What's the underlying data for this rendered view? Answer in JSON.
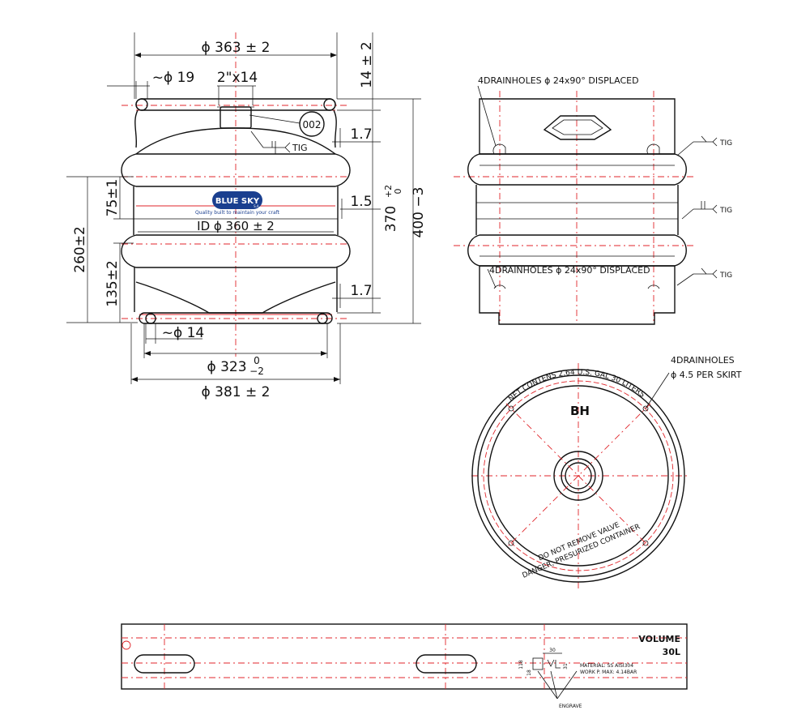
{
  "side_view": {
    "dim_outer_top": "ϕ 363 ± 2",
    "dim_handle_hole": "~ϕ 19",
    "dim_spear_thread": "2\"x14",
    "dim_top_height": "14 ± 2",
    "dim_chime_gap_top": "1.7",
    "dim_rib_gap": "1.5",
    "dim_chime_gap_bottom": "1.7",
    "dim_inner_id": "ID ϕ 360 ± 2",
    "dim_rib_top": "75±1",
    "dim_rib_span": "260±2",
    "dim_rib_bottom": "135±2",
    "dim_body_height": "370 ",
    "dim_body_height_tol_top": "+2",
    "dim_body_height_tol_bottom": "0",
    "dim_total_height": "400 −3",
    "dim_foot_hole": "~ϕ 14",
    "dim_bottom_skirt": "ϕ 323",
    "dim_bottom_skirt_tol_top": "0",
    "dim_bottom_skirt_tol_bottom": "−2",
    "dim_outer_bottom": "ϕ 381 ± 2",
    "callout_part": "002",
    "weld_label_top": "TIG",
    "logo_text": "BLUE SKY",
    "logo_sub": "S.A.",
    "logo_tagline": "Quality built to maintain your craft"
  },
  "front_view": {
    "drainholes_top": "4DRAINHOLES ϕ 24x90° DISPLACED",
    "drainholes_bottom": "4DRAINHOLES ϕ 24x90° DISPLACED",
    "weld_top": "TIG",
    "weld_mid": "TIG",
    "weld_bottom": "TIG"
  },
  "top_view": {
    "drainholes_label_line1": "4DRAINHOLES",
    "drainholes_label_line2": "ϕ 4.5 PER SKIRT",
    "engraved_ring_text": "NET CONTENS 2.64 U.S. GAL 30 LITERS",
    "brand_mark": "BH",
    "warning_line1": "DO NOT REMOVE VALVE",
    "warning_line2": "DANGER, PRESURIZED CONTAINER"
  },
  "skirt_developed": {
    "volume_label": "VOLUME",
    "volume_value": "30L",
    "material": "MATERIAL: SS AISI304",
    "work_pressure": "WORK P. MAX: 4.14BAR",
    "engrave_label": "ENGRAVE",
    "dim_30": "30",
    "dim_31": "31",
    "dim_118": "118",
    "dim_18": "18"
  }
}
